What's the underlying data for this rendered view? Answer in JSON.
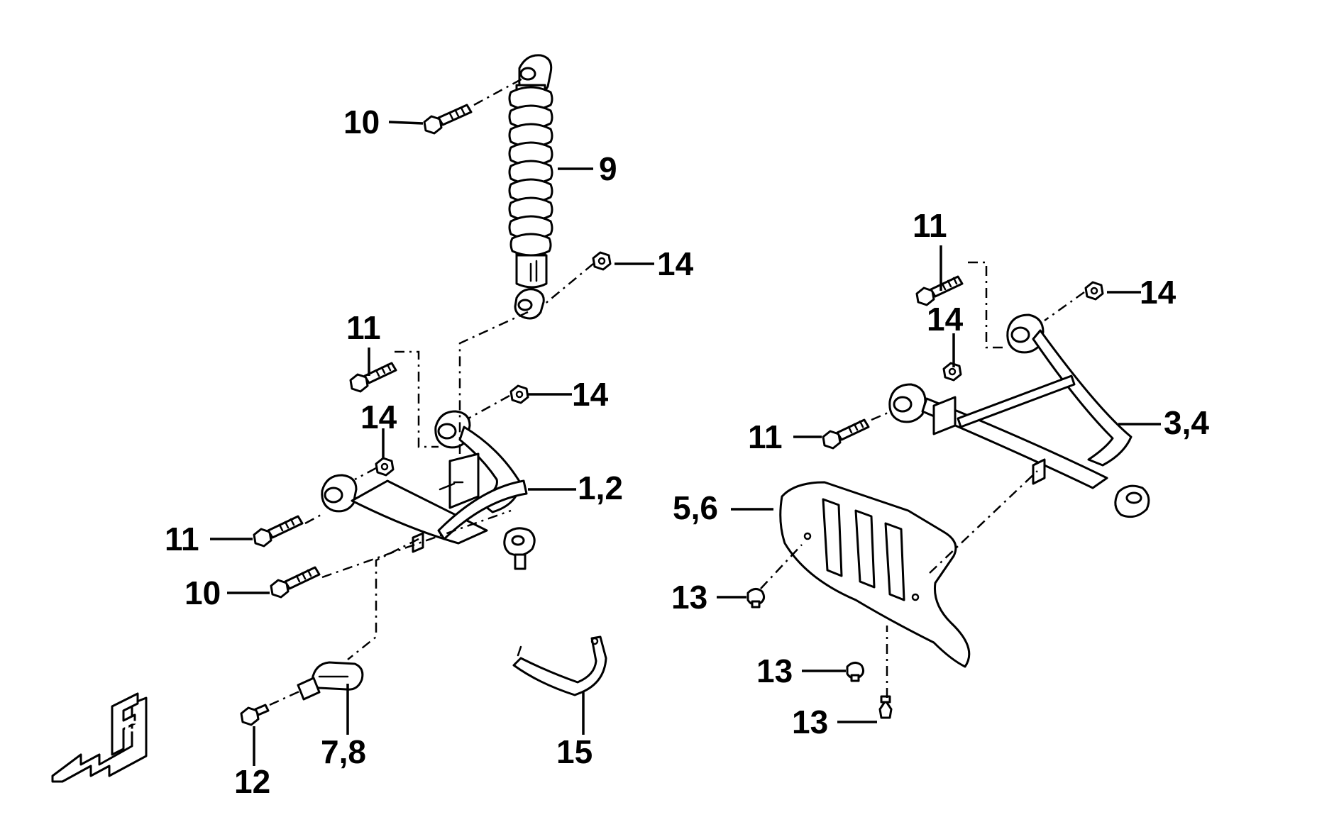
{
  "diagram": {
    "callouts": {
      "shock_bolt_top": "10",
      "shock_absorber": "9",
      "shock_nut_bottom": "14",
      "left_bolt_upper": "11",
      "left_nut_upper": "14",
      "left_nut_mid": "14",
      "left_arm": "1,2",
      "left_bolt_lower": "11",
      "left_shock_bolt_lower": "10",
      "bracket_clip": "7,8",
      "bracket_bolt": "12",
      "bracket_15": "15",
      "right_bolt_upper": "11",
      "right_nut_top": "14",
      "right_nut_mid": "14",
      "right_arm": "3,4",
      "right_bolt_lower": "11",
      "guard_plate": "5,6",
      "guard_screw_1": "13",
      "guard_screw_2": "13",
      "guard_screw_3": "13"
    },
    "front_marker": "F"
  }
}
